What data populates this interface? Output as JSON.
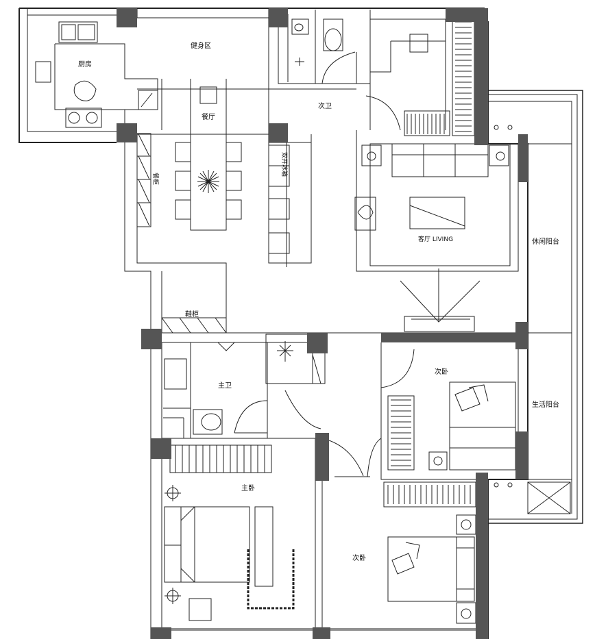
{
  "rooms": {
    "kitchen": "厨房",
    "gym": "健身区",
    "dining": "餐厅",
    "guest_bath": "次卫",
    "sideboard": "餐柜",
    "double_open_cabinet": "双开冰箱",
    "living": "客厅 LIVING",
    "leisure_balcony": "休闲阳台",
    "shoe_cabinet": "鞋柜",
    "master_bath": "主卫",
    "second_bedroom_1": "次卧",
    "service_balcony": "生活阳台",
    "master_bedroom": "主卧",
    "second_bedroom_2": "次卧"
  },
  "colors": {
    "wall": "#111111",
    "column": "#555555",
    "line": "#222222",
    "background": "#ffffff"
  }
}
